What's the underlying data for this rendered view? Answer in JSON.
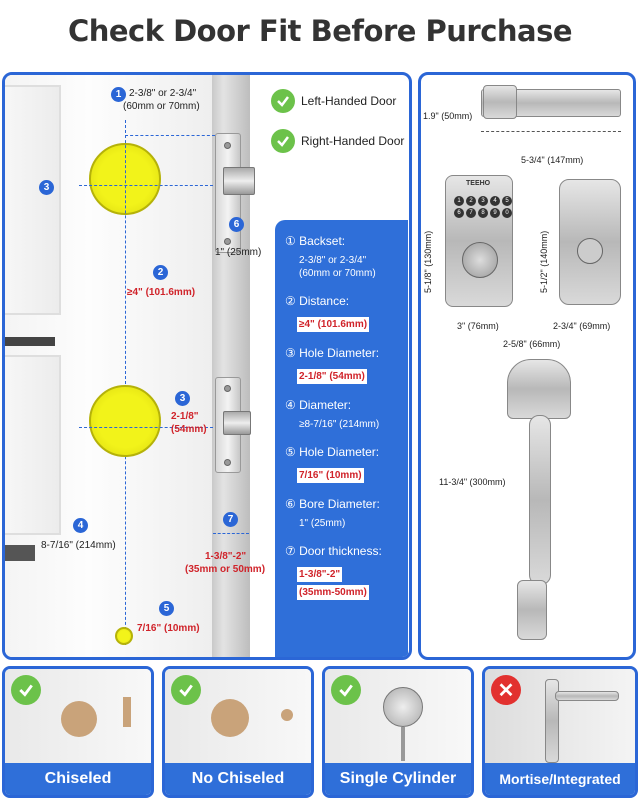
{
  "title": "Check Door Fit Before Purchase",
  "handedness": [
    {
      "label": "Left-Handed Door",
      "icon": "check-icon"
    },
    {
      "label": "Right-Handed Door",
      "icon": "check-icon"
    }
  ],
  "door_labels": {
    "backset_top": "2-3/8\" or 2-3/4\"",
    "backset_bottom": "(60mm or 70mm)",
    "distance": "≥4\" (101.6mm)",
    "hole_diam_a": "2-1/8\"",
    "hole_diam_b": "(54mm)",
    "diameter": "8-7/16\" (214mm)",
    "small_hole": "7/16\" (10mm)",
    "thickness_a": "1-3/8\"-2\"",
    "thickness_b": "(35mm or 50mm)",
    "bore": "1\" (25mm)",
    "n1": "1",
    "n2": "2",
    "n3": "3",
    "n4": "4",
    "n5": "5",
    "n6": "6",
    "n7": "7"
  },
  "specs": [
    {
      "heading": "① Backset:",
      "value": "2-3/8\" or 2-3/4\"",
      "value2": "(60mm or 70mm)",
      "highlight": false
    },
    {
      "heading": "② Distance:",
      "value": "≥4\" (101.6mm)",
      "highlight": true
    },
    {
      "heading": "③ Hole Diameter:",
      "value": "2-1/8\" (54mm)",
      "highlight": true
    },
    {
      "heading": "④ Diameter:",
      "value": "≥8-7/16\" (214mm)",
      "highlight": false
    },
    {
      "heading": "⑤ Hole Diameter:",
      "value": "7/16\" (10mm)",
      "highlight": true
    },
    {
      "heading": "⑥ Bore Diameter:",
      "value": "1\" (25mm)",
      "highlight": false
    },
    {
      "heading": "⑦ Door thickness:",
      "value": "1-3/8\"-2\"",
      "value2": "(35mm-50mm)",
      "highlight": true
    }
  ],
  "lock_dims": {
    "lever_height": "1.9\" (50mm)",
    "lever_width": "5-3/4\" (147mm)",
    "keypad_height": "5-1/8\" (130mm)",
    "keypad_width": "3\" (76mm)",
    "inside_height": "5-1/2\" (140mm)",
    "inside_width": "2-3/4\" (69mm)",
    "handle_width": "2-5/8\" (66mm)",
    "handle_height": "11-3/4\" (300mm)",
    "brand": "TEEHO",
    "keys": [
      "1",
      "2",
      "3",
      "4",
      "5",
      "6",
      "7",
      "8",
      "9",
      "0"
    ]
  },
  "cards": [
    {
      "label": "Chiseled",
      "status": "check"
    },
    {
      "label": "No Chiseled",
      "status": "check"
    },
    {
      "label": "Single Cylinder",
      "status": "check"
    },
    {
      "label": "Mortise/Integrated",
      "status": "x"
    }
  ],
  "colors": {
    "accent": "#2f6fd9",
    "check": "#6cc24a",
    "cross": "#e2312f",
    "hole": "#f2f31a",
    "warn": "#d0232a"
  }
}
